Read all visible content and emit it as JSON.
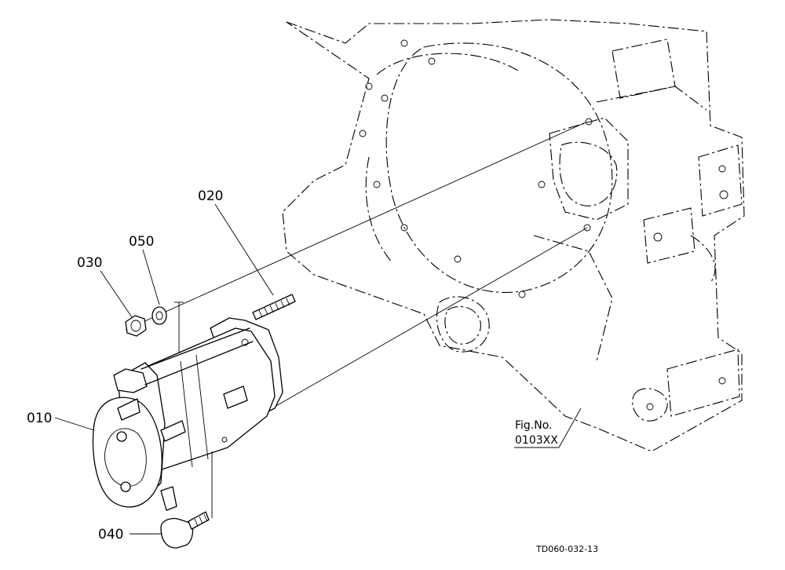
{
  "parts": [
    {
      "id": "010"
    },
    {
      "id": "020"
    },
    {
      "id": "030"
    },
    {
      "id": "040"
    },
    {
      "id": "050"
    }
  ],
  "fig_ref": {
    "line1": "Fig.No.",
    "line2": "0103XX"
  },
  "drawing_code": "TD060-032-13"
}
